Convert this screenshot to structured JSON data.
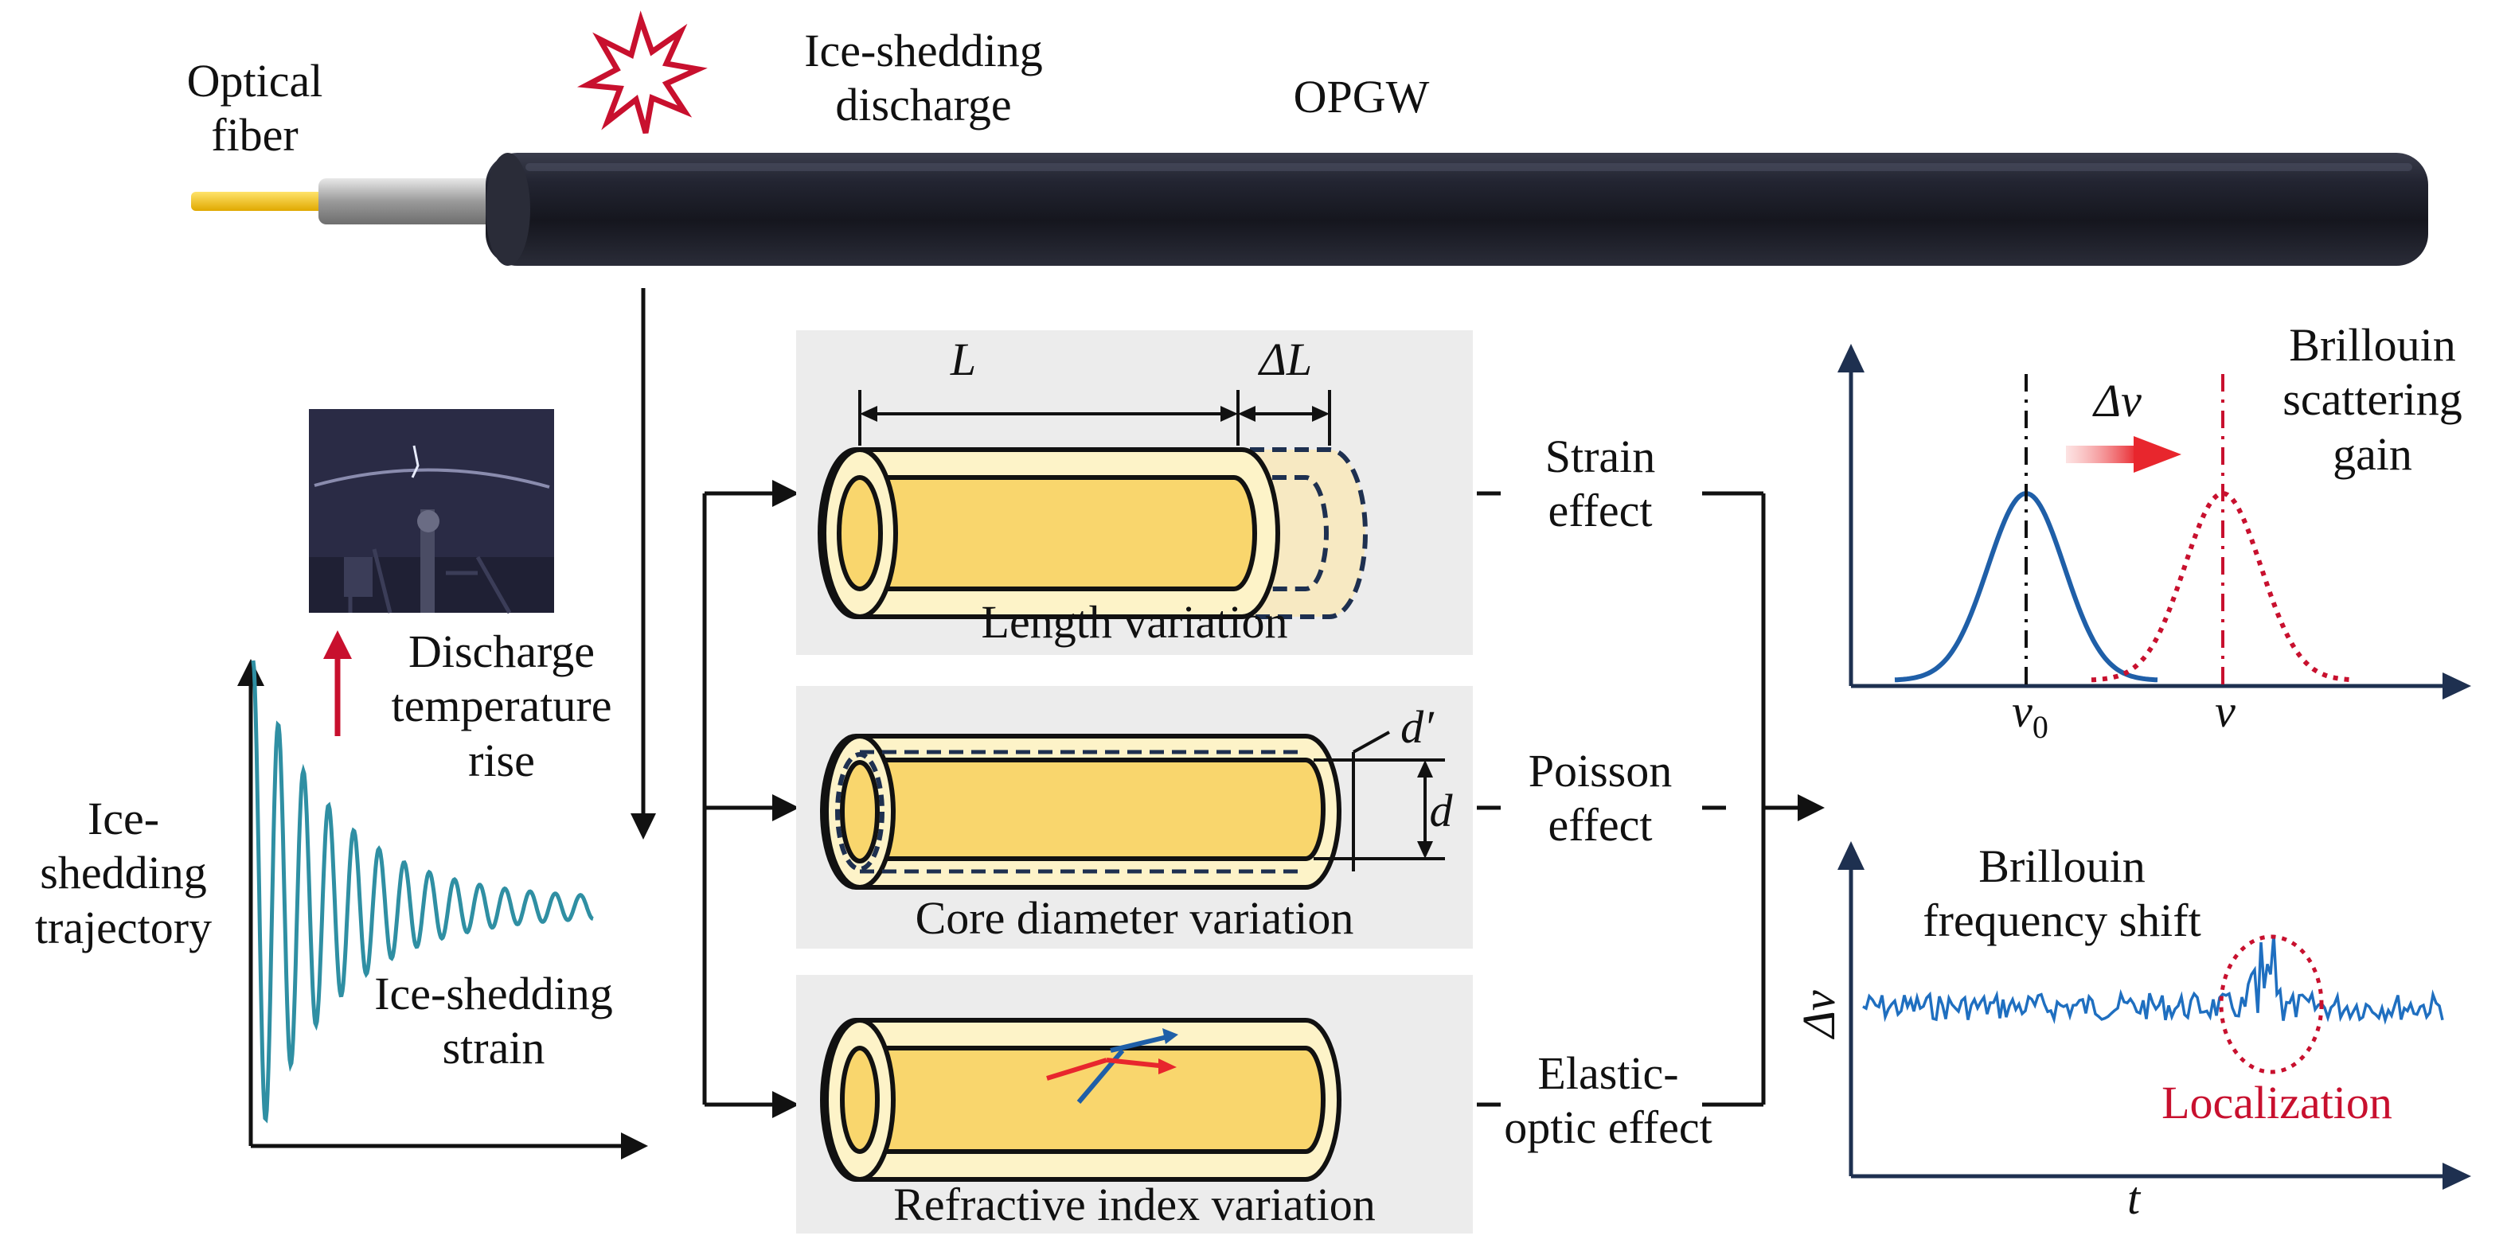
{
  "top": {
    "optical_fiber": [
      "Optical",
      "fiber"
    ],
    "discharge": [
      "Ice-shedding",
      "discharge"
    ],
    "opgw": "OPGW"
  },
  "left": {
    "temp_rise": [
      "Discharge",
      "temperature",
      "rise"
    ],
    "trajectory": [
      "Ice-",
      "shedding",
      "trajectory"
    ],
    "strain": [
      "Ice-shedding",
      "strain"
    ]
  },
  "middle": {
    "length_var": "Length variation",
    "L": "L",
    "dL": "ΔL",
    "core_var": "Core diameter variation",
    "d_prime": "d′",
    "d": "d",
    "refr_var": "Refractive index variation"
  },
  "effects": {
    "strain": [
      "Strain",
      "effect"
    ],
    "poisson": [
      "Poisson",
      "effect"
    ],
    "elastic": [
      "Elastic-",
      "optic effect"
    ]
  },
  "right": {
    "gain_title": [
      "Brillouin",
      "scattering",
      "gain"
    ],
    "dnu": "Δν",
    "nu0": "ν",
    "nu0_sub": "0",
    "nu": "ν",
    "shift_title": [
      "Brillouin",
      "frequency shift"
    ],
    "y_label": "Δν",
    "x_label": "t",
    "localization": "Localization"
  },
  "colors": {
    "cable": "#1b1c26",
    "fiber_yellow": "#f4c419",
    "core": "#f9d66d",
    "cladding": "#fdf3c8",
    "blue": "#1f5fa8",
    "red": "#c8102e",
    "teal": "#2f8fa3",
    "panel_bg": "#ececec"
  },
  "icons": [
    "starburst-icon",
    "red-up-arrow-icon",
    "red-right-arrow-icon"
  ]
}
